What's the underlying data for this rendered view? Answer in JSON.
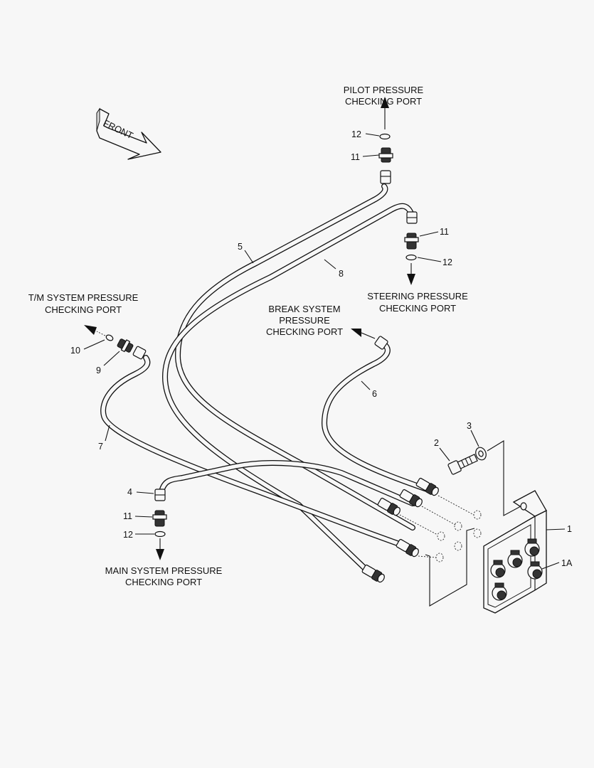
{
  "labels": {
    "pilot_port": [
      "PILOT PRESSURE",
      "CHECKING PORT"
    ],
    "steering_port": [
      "STEERING PRESSURE",
      "CHECKING PORT"
    ],
    "break_port": [
      "BREAK SYSTEM",
      "PRESSURE",
      "CHECKING PORT"
    ],
    "tm_port": [
      "T/M SYSTEM PRESSURE",
      "CHECKING PORT"
    ],
    "main_port": [
      "MAIN SYSTEM PRESSURE",
      "CHECKING PORT"
    ],
    "front_arrow": "FRONT"
  },
  "callouts": {
    "c12_top": "12",
    "c11_top": "11",
    "c5": "5",
    "c8": "8",
    "c11_steer": "11",
    "c12_steer": "12",
    "c10": "10",
    "c9": "9",
    "c7": "7",
    "c6": "6",
    "c2": "2",
    "c3": "3",
    "c4": "4",
    "c11_main": "11",
    "c12_main": "12",
    "c1": "1",
    "c1a": "1A"
  }
}
